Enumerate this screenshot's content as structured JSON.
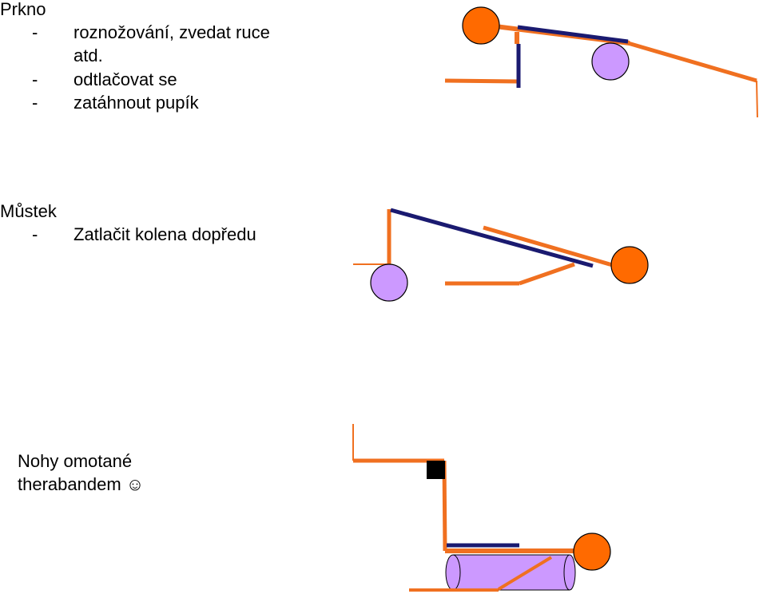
{
  "sections": {
    "prkno": {
      "title": "Prkno",
      "bullets": [
        {
          "dash": "-",
          "lines": [
            "roznožování, zvedat ruce",
            "atd."
          ]
        },
        {
          "dash": "-",
          "lines": [
            "odtlačovat se"
          ]
        },
        {
          "dash": "-",
          "lines": [
            "zatáhnout pupík"
          ]
        }
      ]
    },
    "mustek": {
      "title": "Můstek",
      "bullets": [
        {
          "dash": "-",
          "lines": [
            "Zatlačit kolena dopředu"
          ]
        }
      ]
    },
    "nohy": {
      "lines": [
        "Nohy omotané",
        "therabandem ☺"
      ]
    }
  },
  "colors": {
    "body_orange": "#f07020",
    "head_orange": "#ff6a00",
    "ball_purple": "#cc99ff",
    "band_navy": "#1a1a70",
    "weight_black": "#000000"
  }
}
